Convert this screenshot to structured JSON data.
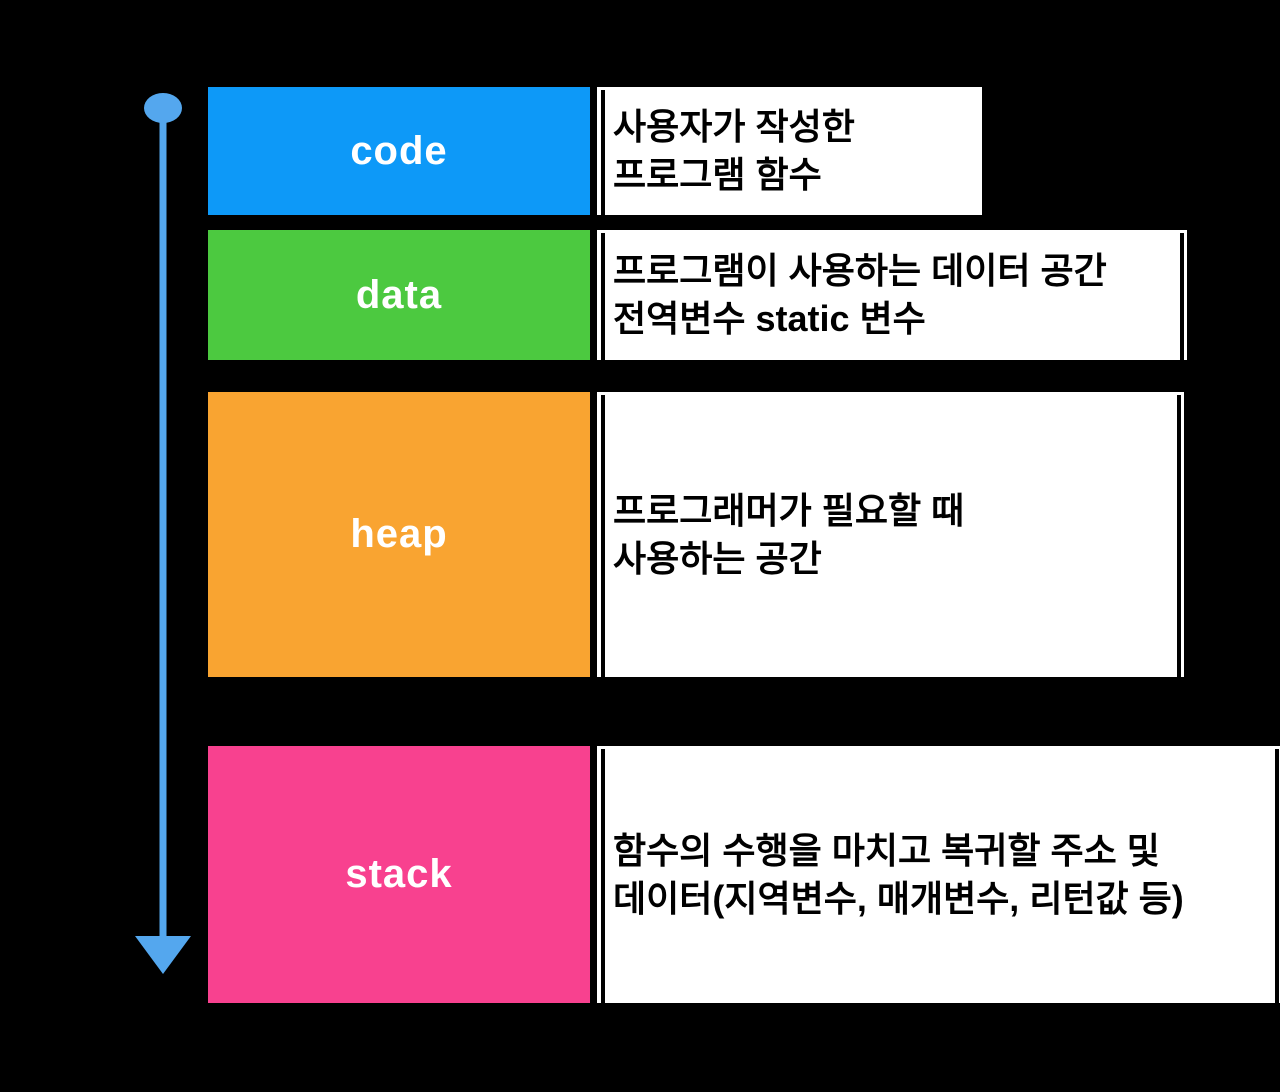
{
  "title": "memory-structure-diagram",
  "background_color": "#000000",
  "arrow": {
    "name": "downward-flow-arrow",
    "direction": "down",
    "color": "#54a7ee"
  },
  "rows": [
    {
      "label": "code",
      "color": "#0d99f8",
      "label_color": "#ffffff",
      "desc_lines": [
        "사용자가 작성한",
        "프로그램 함수"
      ]
    },
    {
      "label": "data",
      "color": "#4cc940",
      "label_color": "#ffffff",
      "desc_lines": [
        "프로그램이 사용하는 데이터 공간",
        "전역변수 static 변수"
      ]
    },
    {
      "label": "heap",
      "color": "#f9a431",
      "label_color": "#ffffff",
      "desc_lines": [
        "프로그래머가 필요할 때",
        "사용하는 공간"
      ]
    },
    {
      "label": "stack",
      "color": "#f8418f",
      "label_color": "#ffffff",
      "desc_lines": [
        "함수의 수행을 마치고 복귀할 주소 및",
        "데이터(지역변수, 매개변수, 리턴값 등)"
      ]
    }
  ]
}
